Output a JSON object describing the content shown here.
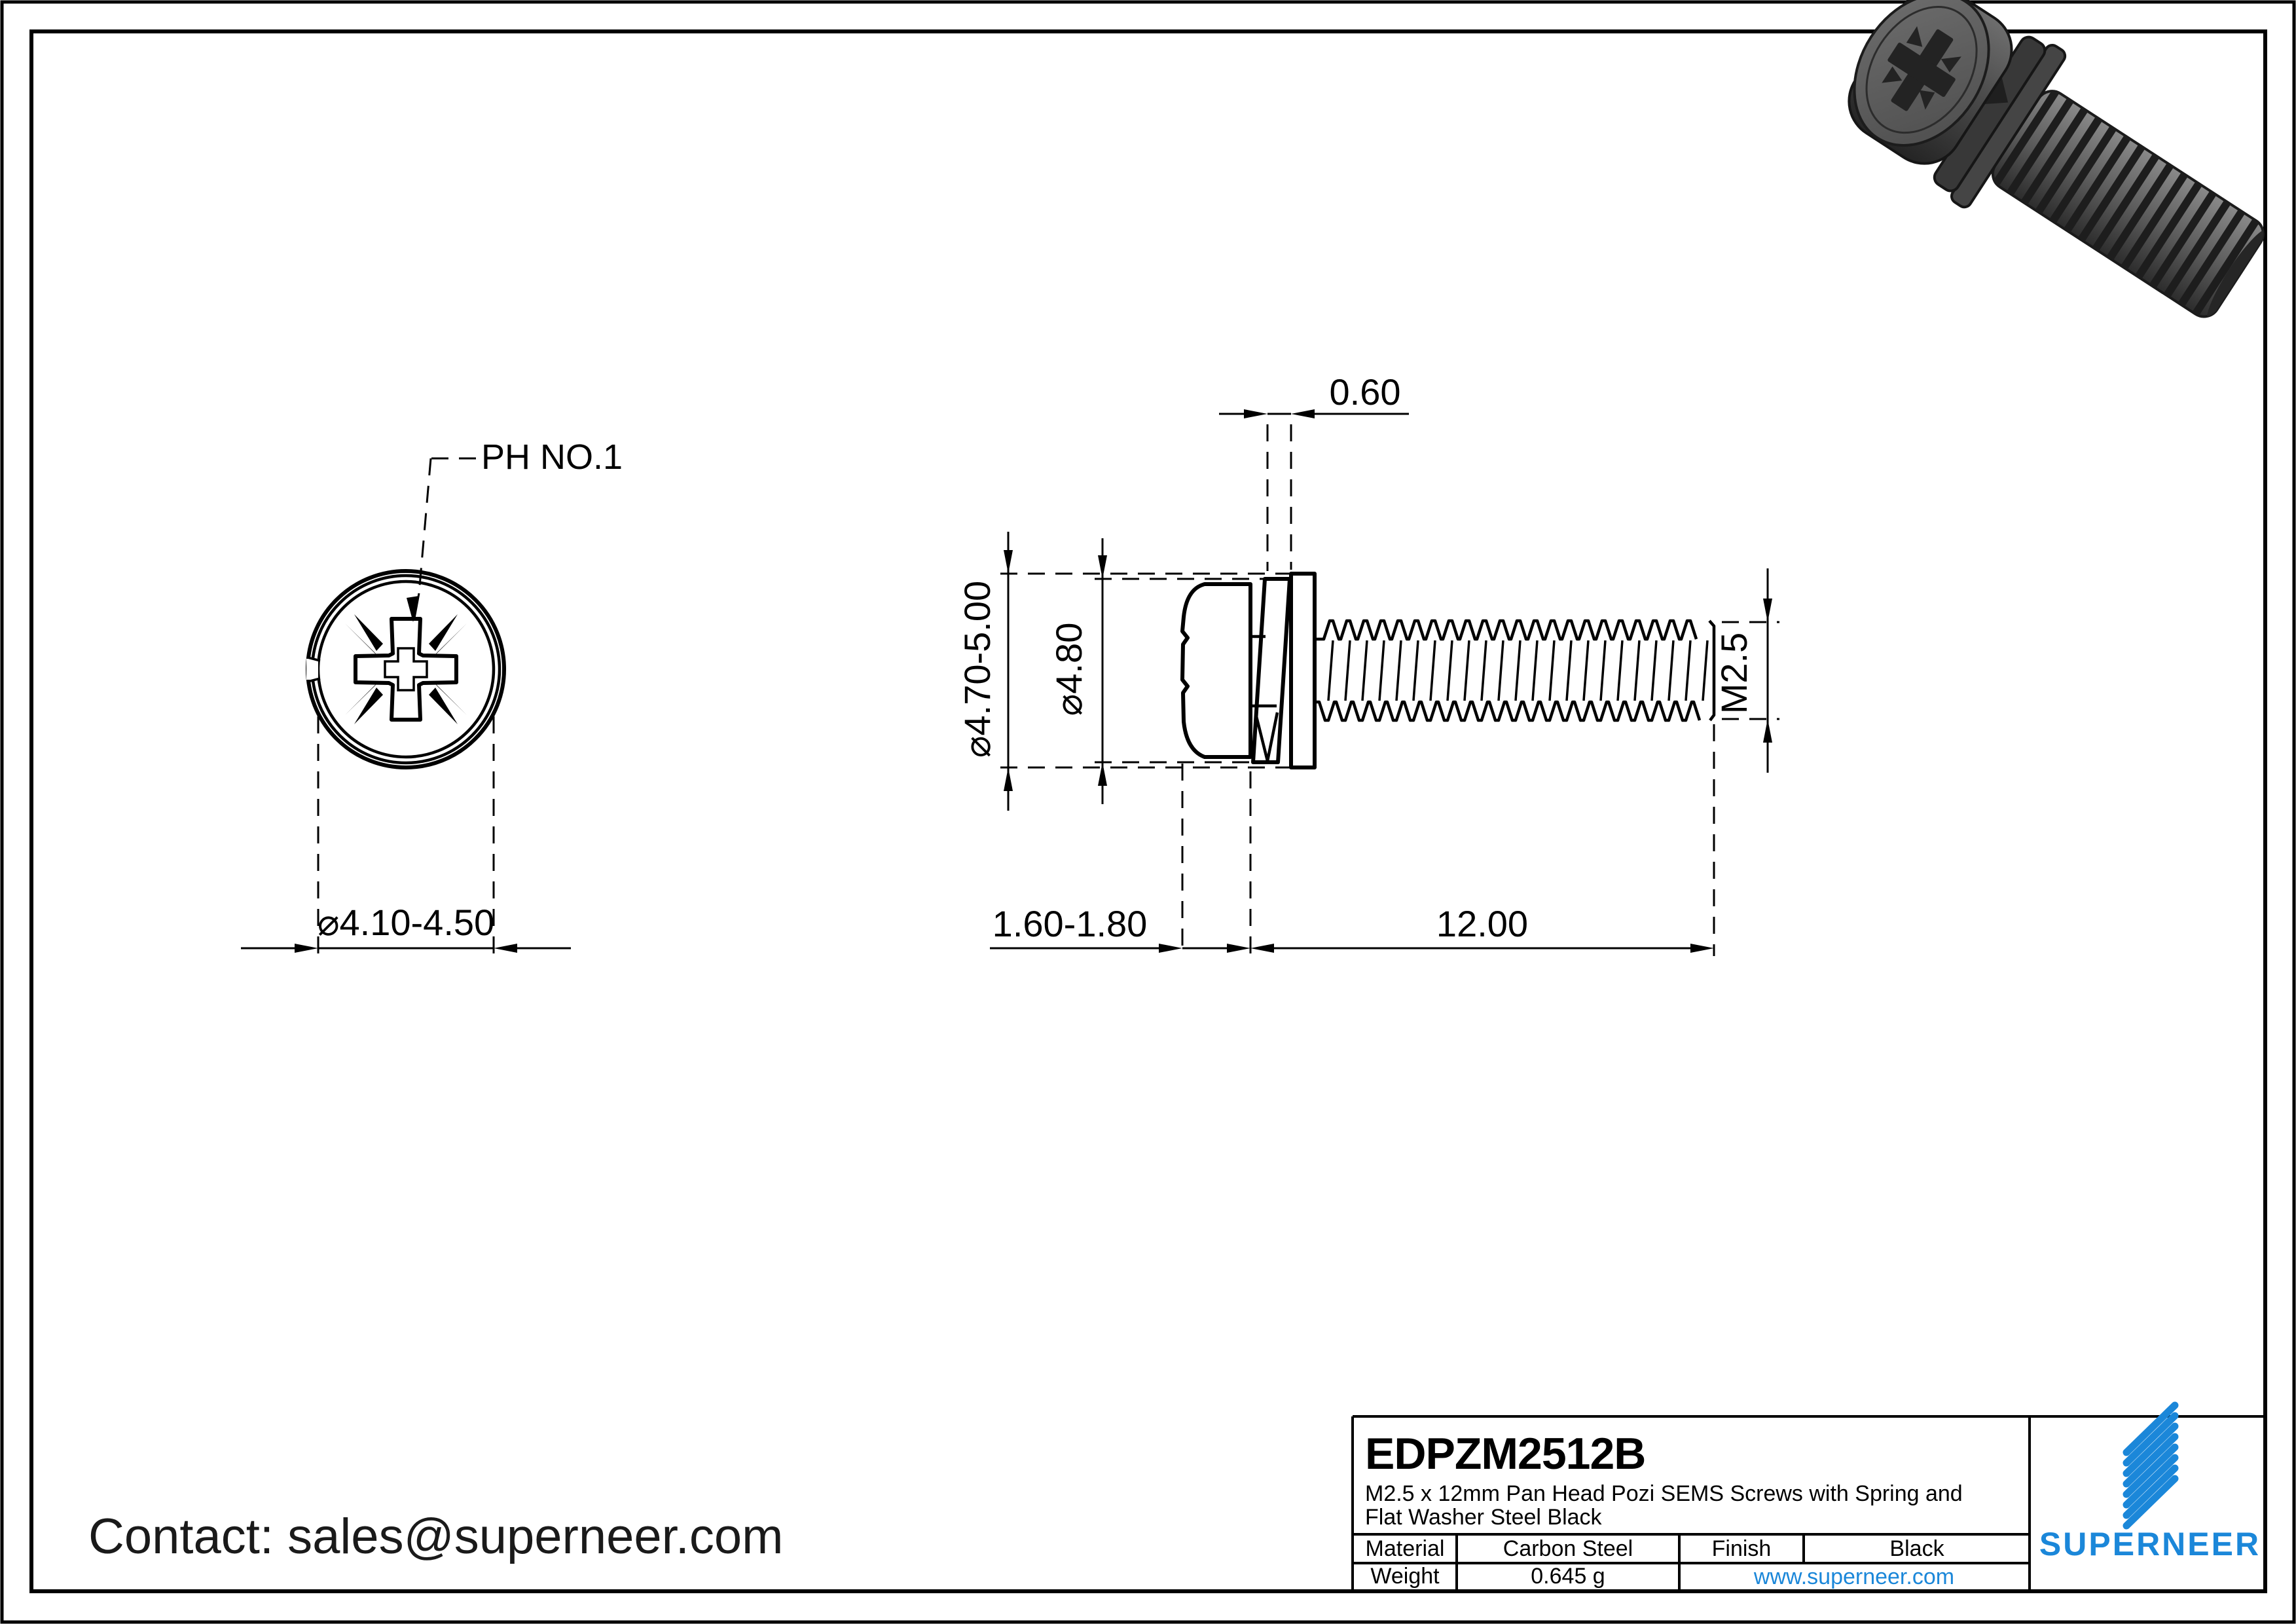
{
  "page": {
    "background": "#ffffff",
    "line_color": "#000000",
    "accent_blue": "#1b87d9"
  },
  "views": {
    "front_view": {
      "leader_label": "PH NO.1",
      "diameter_dim": "⌀4.10-4.50"
    },
    "side_view": {
      "dims": {
        "washer_thickness": "0.60",
        "flat_washer_od": "⌀4.70-5.00",
        "spring_washer_od": "⌀4.80",
        "thread_size": "M2.5",
        "head_height": "1.60-1.80",
        "thread_length": "12.00"
      }
    }
  },
  "contact": {
    "line": "Contact: sales@superneer.com"
  },
  "title_block": {
    "part_number": "EDPZM2512B",
    "description_line1": "M2.5 x 12mm Pan Head Pozi SEMS Screws with Spring and",
    "description_line2": "Flat Washer Steel Black",
    "material_label": "Material",
    "material_value": "Carbon Steel",
    "finish_label": "Finish",
    "finish_value": "Black",
    "weight_label": "Weight",
    "weight_value": "0.645 g",
    "website": "www.superneer.com",
    "brand": "SUPERNEER"
  }
}
